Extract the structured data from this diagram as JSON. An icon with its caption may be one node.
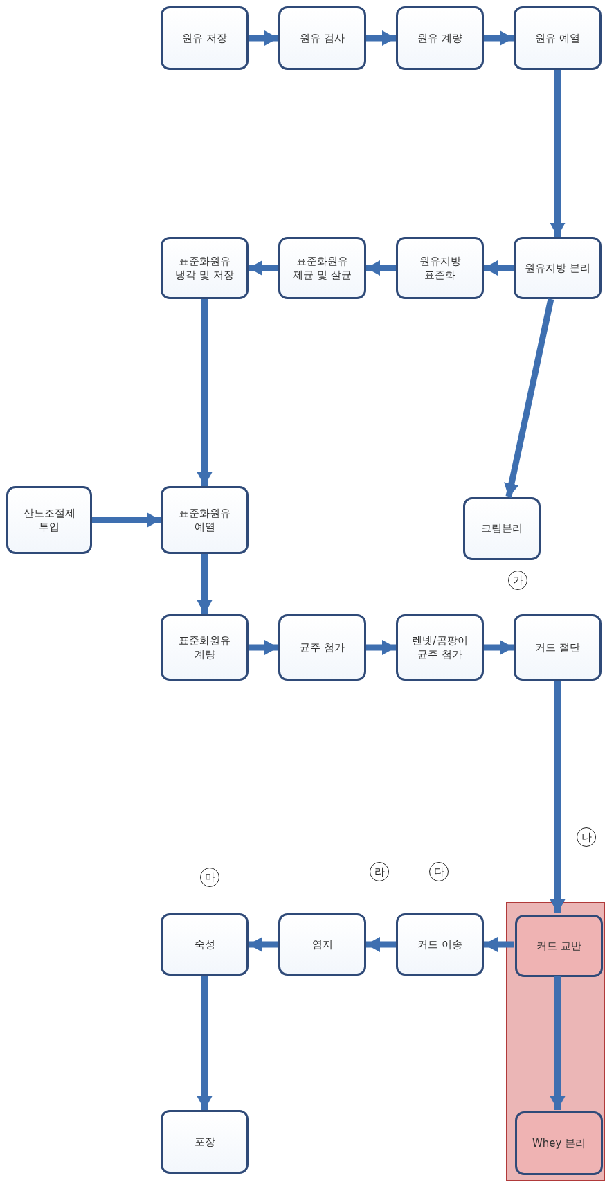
{
  "diagram": {
    "nodes": [
      {
        "text": [
          "원유 저장"
        ]
      },
      {
        "text": [
          "원유 검사"
        ]
      },
      {
        "text": [
          "원유 계량"
        ]
      },
      {
        "text": [
          "원유 예열"
        ]
      },
      {
        "text": [
          "표준화원유 냉각 및 저장"
        ]
      },
      {
        "text": [
          "표준화원유 제균 및 살균"
        ]
      },
      {
        "text": [
          "원유지방 표준화"
        ]
      },
      {
        "text": [
          "원유지방 분리"
        ]
      },
      {
        "text": [
          "산도조절제 투입"
        ]
      },
      {
        "text": [
          "표준화원유 예열"
        ]
      },
      {
        "text": [
          "크림분리"
        ]
      },
      {
        "text": [
          "표준화원유 계량"
        ]
      },
      {
        "text": [
          "균주 첨가"
        ]
      },
      {
        "text": [
          "렌넷/곰팡이 균주 첨가"
        ]
      },
      {
        "text": [
          "커드 절단"
        ]
      },
      {
        "text": [
          "숙성"
        ]
      },
      {
        "text": [
          "염지"
        ]
      },
      {
        "text": [
          "커드 이송"
        ]
      },
      {
        "text": [],
        "shape": "box"
      },
      {
        "text": [
          "커드 교반"
        ],
        "in": 18
      },
      {
        "text": [
          "포장"
        ]
      },
      {
        "text": [
          "Whey 분리"
        ],
        "in": 18
      }
    ],
    "edges": [
      {
        "from": 0,
        "to": 1,
        "arrow": "to"
      },
      {
        "from": 1,
        "to": 2,
        "arrow": "to"
      },
      {
        "from": 2,
        "to": 3,
        "arrow": "to"
      },
      {
        "from": 3,
        "to": 7,
        "arrow": "to"
      },
      {
        "from": 7,
        "to": 6,
        "arrow": "to"
      },
      {
        "from": 6,
        "to": 5,
        "arrow": "to"
      },
      {
        "from": 5,
        "to": 4,
        "arrow": "to"
      },
      {
        "from": 7,
        "to": 10,
        "arrow": "to"
      },
      {
        "from": 4,
        "to": 9,
        "arrow": "to"
      },
      {
        "from": 8,
        "to": 9,
        "arrow": "to"
      },
      {
        "from": 9,
        "to": 11,
        "arrow": "to"
      },
      {
        "from": 11,
        "to": 12,
        "arrow": "to"
      },
      {
        "from": 12,
        "to": 13,
        "arrow": "to"
      },
      {
        "from": 13,
        "to": 14,
        "arrow": "to"
      },
      {
        "from": 14,
        "to": 19,
        "arrow": "to"
      },
      {
        "from": 19,
        "to": 17,
        "arrow": "to"
      },
      {
        "from": 17,
        "to": 16,
        "arrow": "to"
      },
      {
        "from": 16,
        "to": 15,
        "arrow": "to"
      },
      {
        "from": 15,
        "to": 20,
        "arrow": "to"
      },
      {
        "from": 19,
        "to": 21,
        "arrow": "to"
      }
    ],
    "labels": [
      "가",
      "나",
      "마",
      "라",
      "다"
    ]
  }
}
